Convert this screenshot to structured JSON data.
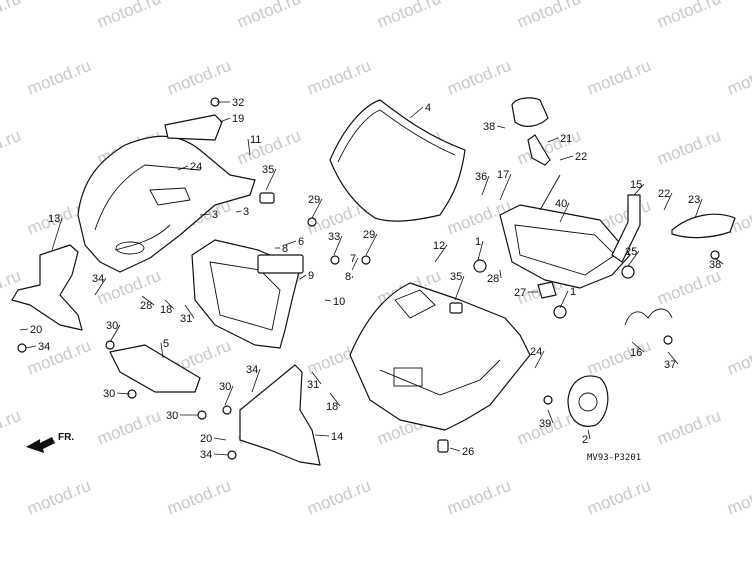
{
  "watermark": "motod.ru",
  "diagram_code": "MV93-P3201",
  "front_label": "FR.",
  "callouts": [
    "1",
    "2",
    "3",
    "4",
    "5",
    "6",
    "7",
    "8",
    "9",
    "10",
    "11",
    "12",
    "13",
    "14",
    "15",
    "16",
    "17",
    "18",
    "19",
    "20",
    "21",
    "22",
    "23",
    "24",
    "25",
    "26",
    "27",
    "28",
    "29",
    "30",
    "31",
    "32",
    "33",
    "34",
    "35",
    "36",
    "37",
    "38",
    "39",
    "40"
  ]
}
